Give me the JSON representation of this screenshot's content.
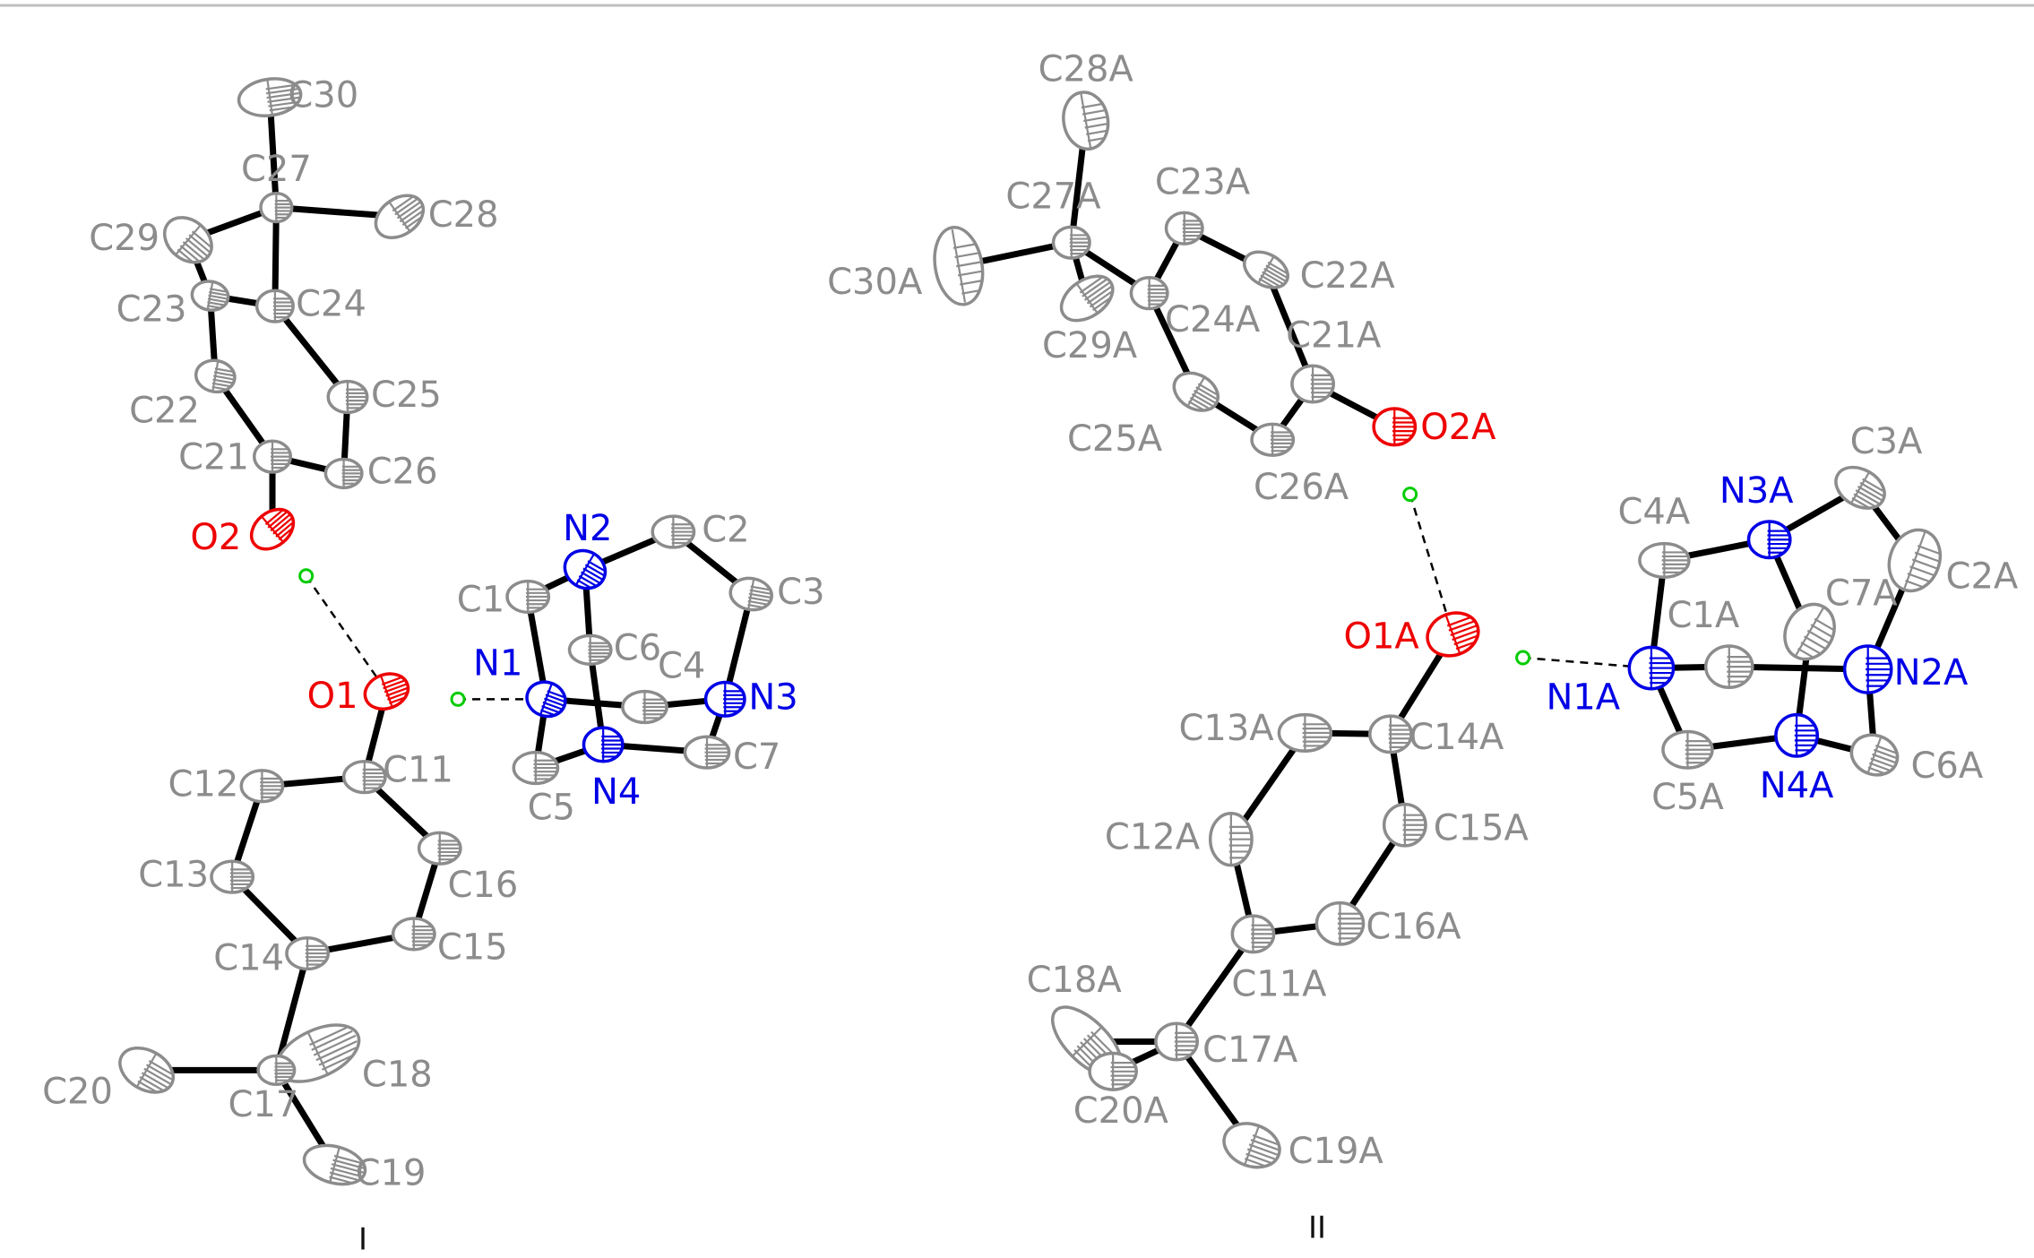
{
  "element_colors": {
    "C": "#8c8c8c",
    "N": "#0000e6",
    "O": "#ee0000",
    "H": "#00cc00"
  },
  "captions": {
    "left": "I",
    "right": "II"
  },
  "structure_I": {
    "labels": [
      "C30",
      "C27",
      "C28",
      "C29",
      "C23",
      "C24",
      "C22",
      "C25",
      "C21",
      "C26",
      "O2",
      "N2",
      "C2",
      "C1",
      "C3",
      "C6",
      "C4",
      "O1",
      "N1",
      "N3",
      "C11",
      "C12",
      "C7",
      "C5",
      "N4",
      "C13",
      "C16",
      "C14",
      "C15",
      "C20",
      "C18",
      "C17",
      "C19"
    ]
  },
  "structure_II": {
    "labels": [
      "C28A",
      "C23A",
      "C27A",
      "C30A",
      "C22A",
      "C24A",
      "C29A",
      "C21A",
      "O2A",
      "C3A",
      "C25A",
      "C26A",
      "N3A",
      "C4A",
      "C7A",
      "C2A",
      "O1A",
      "C1A",
      "N1A",
      "N2A",
      "C13A",
      "C14A",
      "C5A",
      "N4A",
      "C6A",
      "C12A",
      "C15A",
      "C16A",
      "C18A",
      "C11A",
      "C17A",
      "C20A",
      "C19A"
    ]
  }
}
